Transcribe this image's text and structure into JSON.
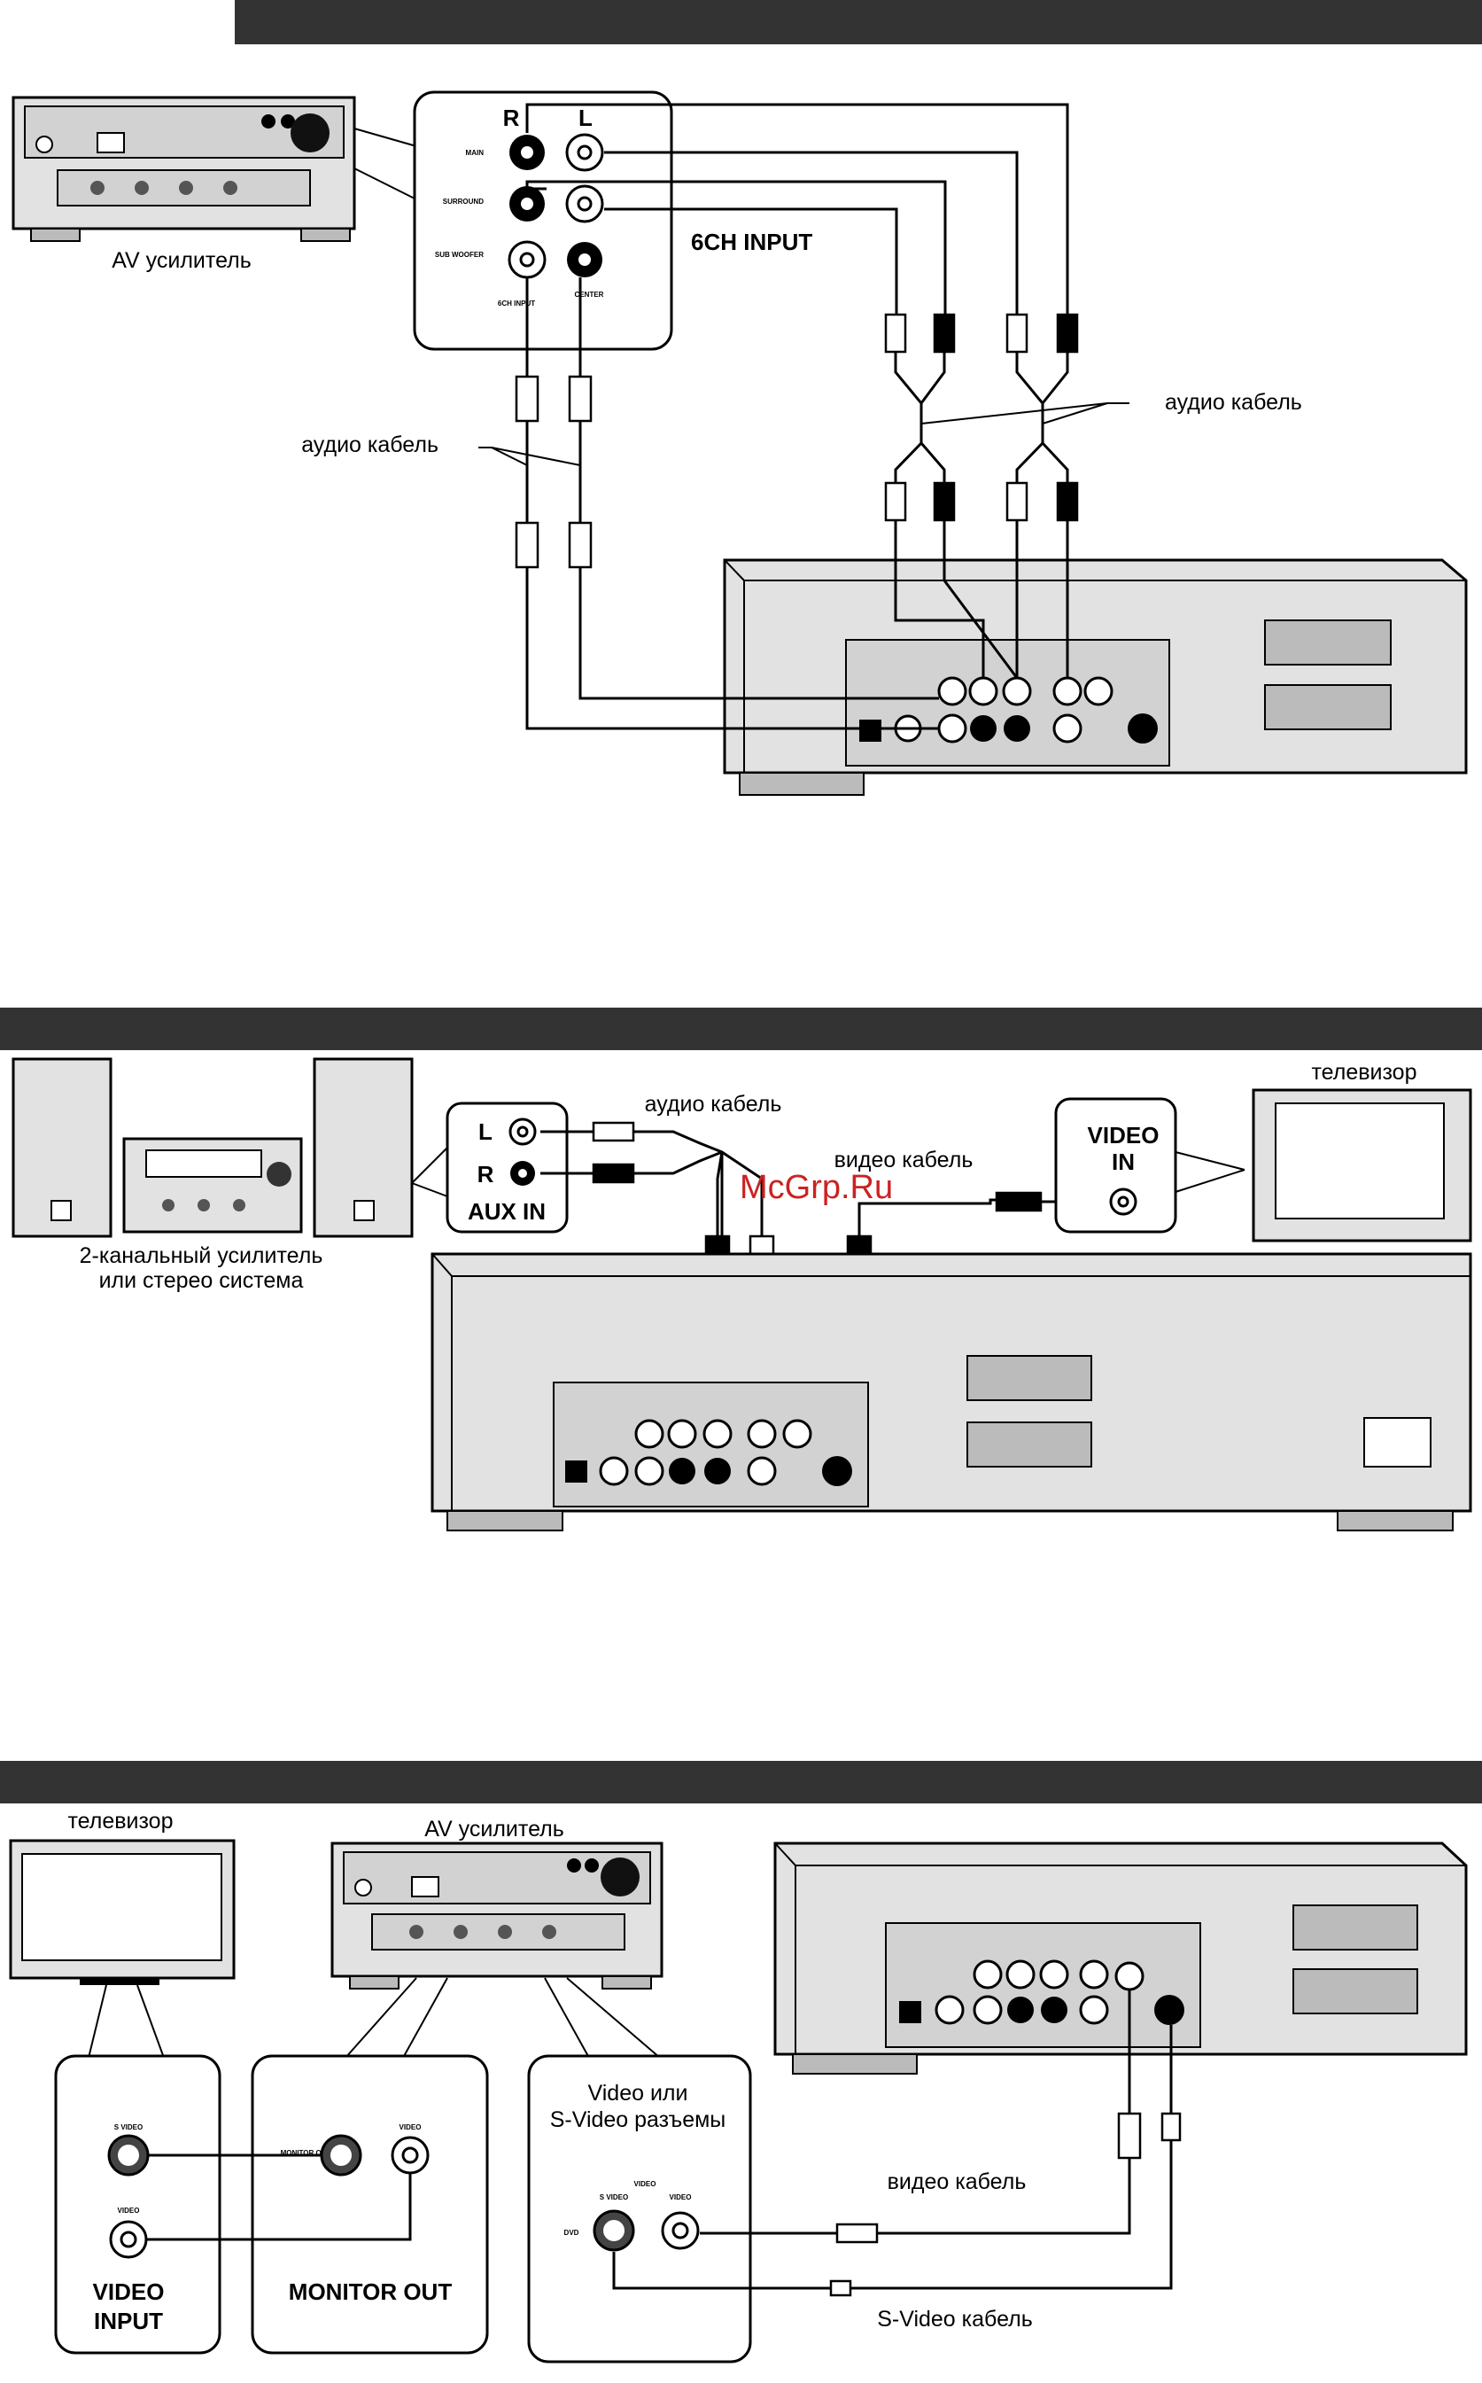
{
  "colors": {
    "header_bar": "#333333",
    "device_fill": "#e2e2e2",
    "line": "#000000",
    "watermark": "#cc2222"
  },
  "section1": {
    "av_amp_label": "AV усилитель",
    "jack_r": "R",
    "jack_l": "L",
    "row_main": "MAIN",
    "row_surround": "SURROUND",
    "row_sub": "SUB WOOFER",
    "row_center": "CENTER",
    "six_ch_input_small": "6CH INPUT",
    "six_ch_input_title": "6CH INPUT",
    "audio_cable_left": "аудио кабель",
    "audio_cable_right": "аудио кабель"
  },
  "section2": {
    "jack_l": "L",
    "jack_r": "R",
    "aux_in": "AUX IN",
    "audio_cable": "аудио кабель",
    "video_cable": "видео кабель",
    "video_in_line1": "VIDEO",
    "video_in_line2": "IN",
    "tv_label": "телевизор",
    "stereo_label_line1": "2-канальный  усилитель",
    "stereo_label_line2": "или стерео система",
    "watermark": "McGrp.Ru"
  },
  "section3": {
    "tv_label": "телевизор",
    "av_amp_label": "AV усилитель",
    "svideo_small": "S VIDEO",
    "video_small": "VIDEO",
    "monitor_out_small": "MONITOR OUT",
    "video_input_line1": "VIDEO",
    "video_input_line2": "INPUT",
    "monitor_out": "MONITOR OUT",
    "connectors_line1": "Video или",
    "connectors_line2": "S-Video разъемы",
    "dvd_small": "DVD",
    "video_cable": "видео кабель",
    "svideo_cable": "S-Video кабель"
  }
}
